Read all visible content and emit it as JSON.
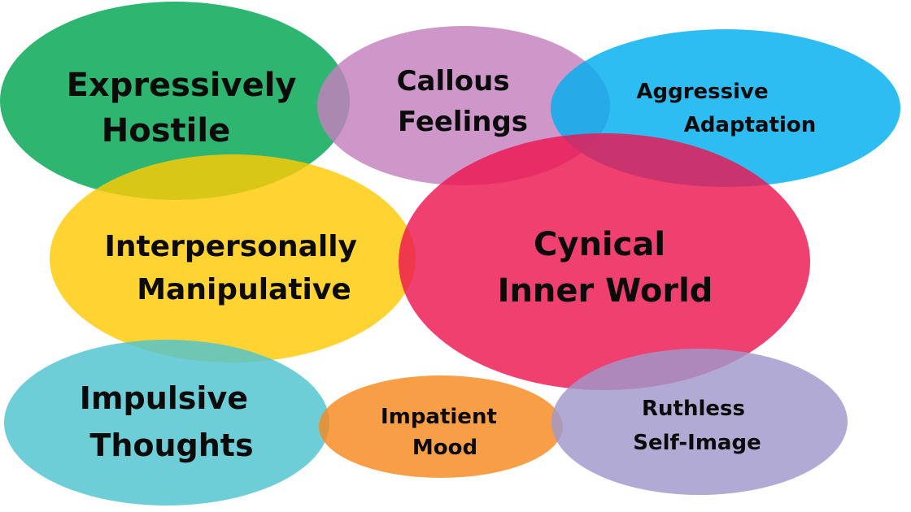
{
  "diagram": {
    "bubbles": [
      {
        "id": "expressively-hostile",
        "lines": [
          "Expressively",
          "Hostile"
        ],
        "color": "#00a651"
      },
      {
        "id": "callous-feelings",
        "lines": [
          "Callous",
          "Feelings"
        ],
        "color": "#c47fbd"
      },
      {
        "id": "aggressive-adaptation",
        "lines": [
          "Aggressive",
          "Adaptation"
        ],
        "color": "#00aeef"
      },
      {
        "id": "interpersonally-manipulative",
        "lines": [
          "Interpersonally",
          "Manipulative"
        ],
        "color": "#ffcb05"
      },
      {
        "id": "cynical-inner-world",
        "lines": [
          "Cynical",
          "Inner World"
        ],
        "color": "#ed1651"
      },
      {
        "id": "impulsive-thoughts",
        "lines": [
          "Impulsive",
          "Thoughts"
        ],
        "color": "#4ec3cf"
      },
      {
        "id": "impatient-mood",
        "lines": [
          "Impatient",
          "Mood"
        ],
        "color": "#f6891f"
      },
      {
        "id": "ruthless-self-image",
        "lines": [
          "Ruthless",
          "Self-Image"
        ],
        "color": "#9f97cc"
      }
    ]
  }
}
